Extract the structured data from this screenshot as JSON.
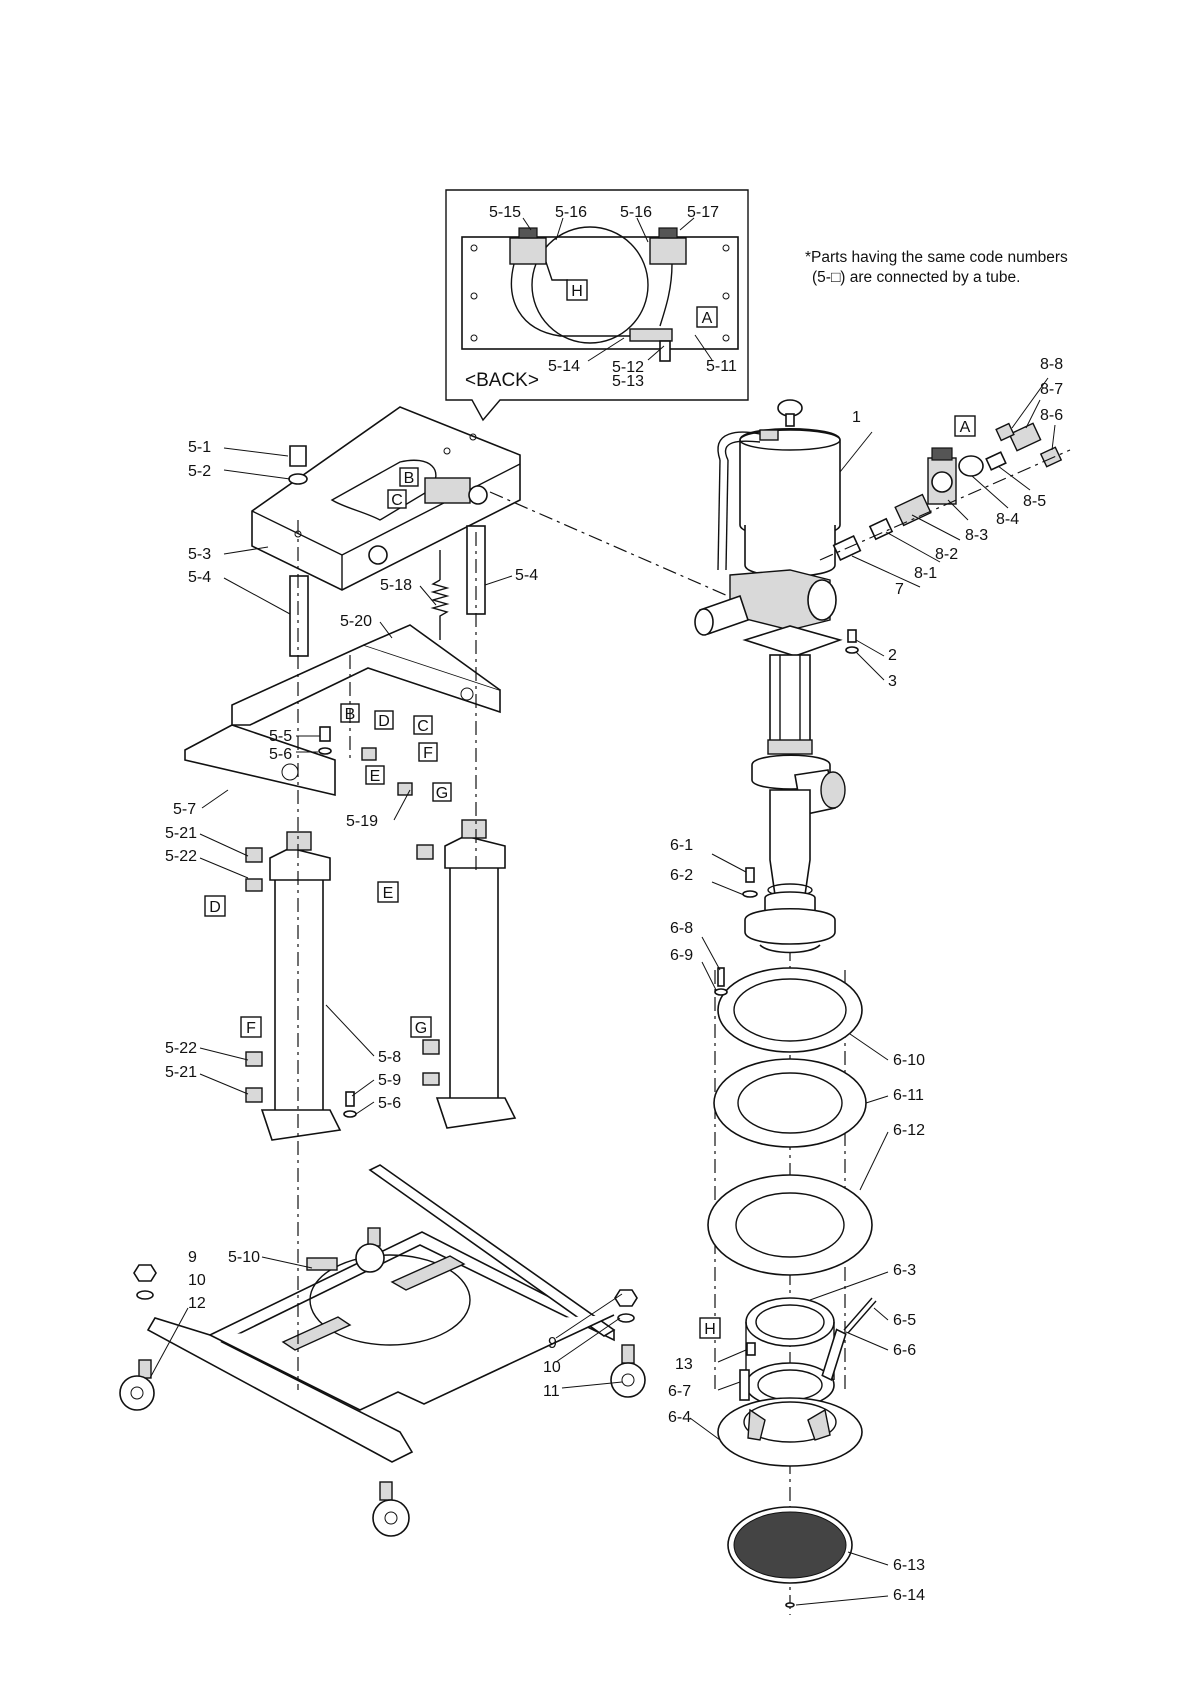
{
  "note": {
    "line1": "*Parts having the same code numbers",
    "line2": "(5-□) are connected by a tube."
  },
  "inset": {
    "title": "<BACK>",
    "labels": {
      "p5_15": "5-15",
      "p5_16a": "5-16",
      "p5_16b": "5-16",
      "p5_17": "5-17",
      "p5_14": "5-14",
      "p5_12": "5-12",
      "p5_13": "5-13",
      "p5_11": "5-11"
    },
    "markers": {
      "h": "H",
      "a": "A"
    }
  },
  "stand_labels": {
    "p5_1": "5-1",
    "p5_2": "5-2",
    "p5_3": "5-3",
    "p5_4a": "5-4",
    "p5_4b": "5-4",
    "p5_18": "5-18",
    "p5_20": "5-20",
    "p5_5": "5-5",
    "p5_6a": "5-6",
    "p5_7": "5-7",
    "p5_19": "5-19",
    "p5_21a": "5-21",
    "p5_22a": "5-22",
    "p5_22b": "5-22",
    "p5_21b": "5-21",
    "p5_8": "5-8",
    "p5_9": "5-9",
    "p5_6b": "5-6",
    "p5_10": "5-10",
    "p9a": "9",
    "p10a": "10",
    "p12": "12",
    "p9b": "9",
    "p10b": "10",
    "p11": "11"
  },
  "stand_markers": {
    "b1": "B",
    "c1": "C",
    "b2": "B",
    "d1": "D",
    "c2": "C",
    "e1": "E",
    "f1": "F",
    "g1": "G",
    "d2": "D",
    "e2": "E",
    "f2": "F",
    "g2": "G"
  },
  "pump_labels": {
    "p1": "1",
    "p2": "2",
    "p3": "3",
    "p7": "7",
    "p8_1": "8-1",
    "p8_2": "8-2",
    "p8_3": "8-3",
    "p8_4": "8-4",
    "p8_5": "8-5",
    "p8_6": "8-6",
    "p8_7": "8-7",
    "p8_8": "8-8",
    "p6_1": "6-1",
    "p6_2": "6-2",
    "p6_8": "6-8",
    "p6_9": "6-9",
    "p6_10": "6-10",
    "p6_11": "6-11",
    "p6_12": "6-12",
    "p6_3": "6-3",
    "p6_5": "6-5",
    "p6_6": "6-6",
    "p13": "13",
    "p6_7": "6-7",
    "p6_4": "6-4",
    "p6_13": "6-13",
    "p6_14": "6-14"
  },
  "pump_markers": {
    "a": "A",
    "h": "H"
  }
}
